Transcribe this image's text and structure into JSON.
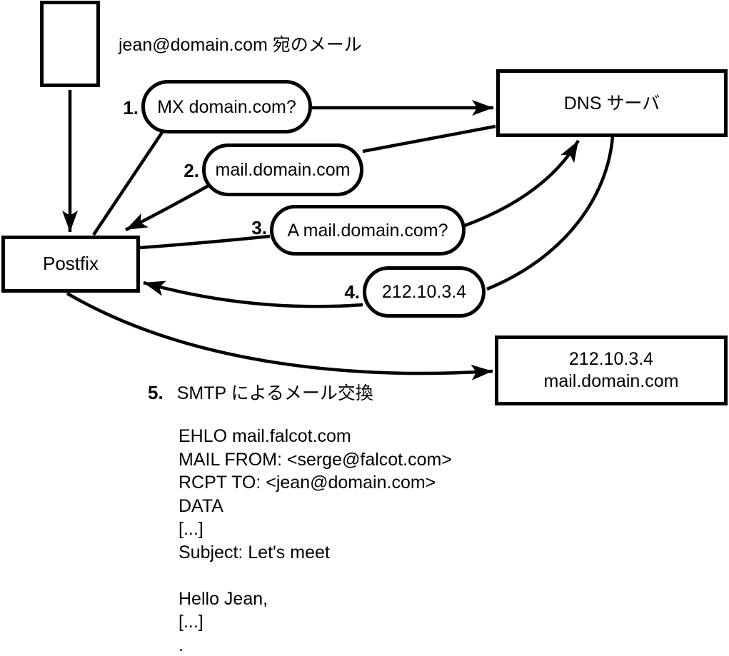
{
  "diagram": {
    "title": "jean@domain.com 宛のメール",
    "nodes": {
      "postfix": {
        "label": "Postfix"
      },
      "dns_server": {
        "label": "DNS サーバ"
      },
      "mail_server": {
        "line1": "212.10.3.4",
        "line2": "mail.domain.com"
      }
    },
    "steps": [
      {
        "num": "1.",
        "label": "MX domain.com?"
      },
      {
        "num": "2.",
        "label": "mail.domain.com"
      },
      {
        "num": "3.",
        "label": "A mail.domain.com?"
      },
      {
        "num": "4.",
        "label": "212.10.3.4"
      },
      {
        "num": "5.",
        "label": "SMTP によるメール交換"
      }
    ],
    "smtp_session": {
      "lines": [
        "EHLO mail.falcot.com",
        "MAIL FROM: <serge@falcot.com>",
        "RCPT TO: <jean@domain.com>",
        "DATA",
        "[...]",
        "Subject: Let's meet",
        "",
        "Hello Jean,",
        "[...]",
        "."
      ]
    },
    "colors": {
      "stroke": "#000000",
      "background": "#ffffff"
    }
  }
}
